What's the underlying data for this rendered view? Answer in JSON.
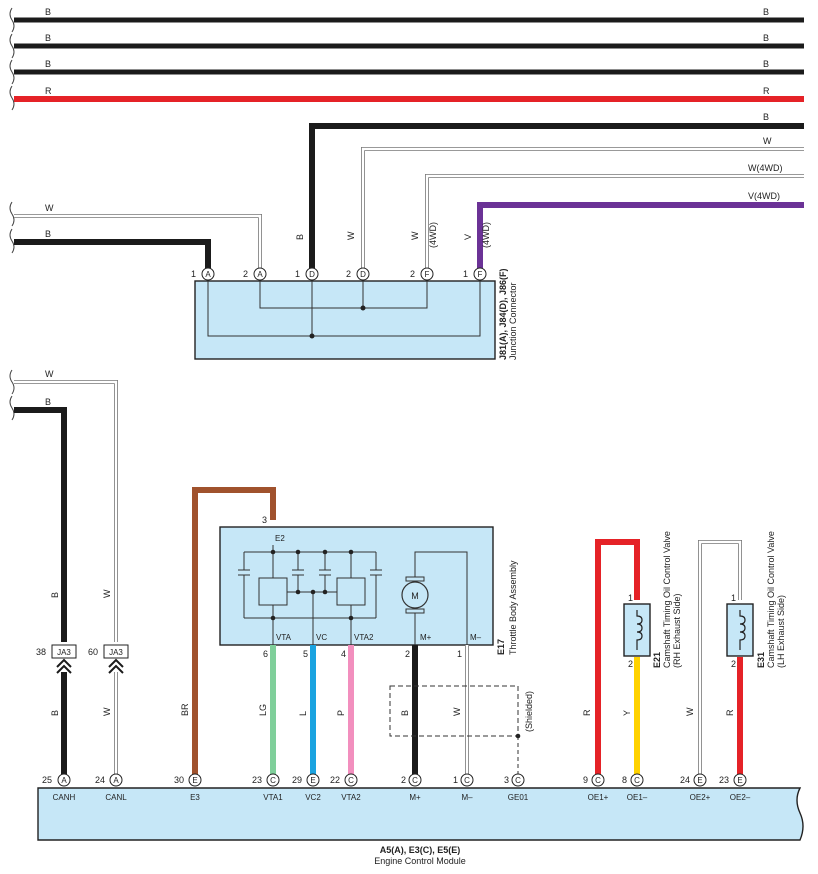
{
  "colors": {
    "B": "#1b1b1b",
    "R": "#e52227",
    "V": "#6b3296",
    "W": "#ffffff",
    "BR": "#a0522d",
    "LG": "#7fcf9a",
    "L": "#1aa3e0",
    "P": "#f28fbe",
    "Y": "#ffd200",
    "component_fill": "#c6e7f7"
  },
  "top_wires": [
    "B",
    "B",
    "B",
    "R"
  ],
  "right_wires": [
    "B",
    "W",
    "W(4WD)",
    "V(4WD)"
  ],
  "left_wires_upper": [
    "W",
    "B"
  ],
  "left_wires_lower": [
    "W",
    "B"
  ],
  "junction_connector": {
    "id": "J81(A), J84(D), J86(F)",
    "name": "Junction Connector",
    "pins": [
      {
        "num": "1",
        "letter": "A",
        "wire": ""
      },
      {
        "num": "2",
        "letter": "A",
        "wire": ""
      },
      {
        "num": "1",
        "letter": "D",
        "wire": "B"
      },
      {
        "num": "2",
        "letter": "D",
        "wire": "W"
      },
      {
        "num": "2",
        "letter": "F",
        "wire": "W",
        "note": "(4WD)"
      },
      {
        "num": "1",
        "letter": "F",
        "wire": "V",
        "note": "(4WD)"
      }
    ]
  },
  "throttle_body": {
    "id": "E17",
    "name": "Throttle Body Assembly",
    "top_pin": "3",
    "top_label": "E2",
    "motor": "M",
    "terminals": [
      {
        "label": "VTA",
        "pin": "6",
        "wire": "LG"
      },
      {
        "label": "VC",
        "pin": "5",
        "wire": "L"
      },
      {
        "label": "VTA2",
        "pin": "4",
        "wire": "P"
      },
      {
        "label": "M+",
        "pin": "2",
        "wire": "B"
      },
      {
        "label": "M–",
        "pin": "1",
        "wire": "W"
      }
    ]
  },
  "ja3_connectors": [
    {
      "num": "38",
      "id": "JA3",
      "wire_up": "B",
      "wire_down": "B"
    },
    {
      "num": "60",
      "id": "JA3",
      "wire_up": "W",
      "wire_down": "W"
    }
  ],
  "shielded": "(Shielded)",
  "e21": {
    "id": "E21",
    "name": "Camshaft Timing Oil Control Valve",
    "sub": "(RH Exhaust Side)",
    "pin1": "1",
    "pin2": "2",
    "wire_up": "R",
    "wire_down": "Y"
  },
  "e31": {
    "id": "E31",
    "name": "Camshaft Timing Oil Control Valve",
    "sub": "(LH Exhaust Side)",
    "pin1": "1",
    "pin2": "2",
    "wire_up": "W",
    "wire_down": "R"
  },
  "ecm": {
    "id": "A5(A), E3(C), E5(E)",
    "name": "Engine Control Module",
    "pins": [
      {
        "num": "25",
        "letter": "A",
        "label": "CANH"
      },
      {
        "num": "24",
        "letter": "A",
        "label": "CANL"
      },
      {
        "num": "30",
        "letter": "E",
        "label": "E3"
      },
      {
        "num": "23",
        "letter": "C",
        "label": "VTA1"
      },
      {
        "num": "29",
        "letter": "E",
        "label": "VC2"
      },
      {
        "num": "22",
        "letter": "C",
        "label": "VTA2"
      },
      {
        "num": "2",
        "letter": "C",
        "label": "M+"
      },
      {
        "num": "1",
        "letter": "C",
        "label": "M–"
      },
      {
        "num": "3",
        "letter": "C",
        "label": "GE01"
      },
      {
        "num": "9",
        "letter": "C",
        "label": "OE1+"
      },
      {
        "num": "8",
        "letter": "C",
        "label": "OE1–"
      },
      {
        "num": "24",
        "letter": "E",
        "label": "OE2+"
      },
      {
        "num": "23",
        "letter": "E",
        "label": "OE2–"
      }
    ]
  },
  "wire_labels": {
    "canh": "B",
    "canl": "W",
    "e3": "BR",
    "vta1": "LG",
    "vc2": "L",
    "vta2": "P",
    "mplus": "B",
    "mminus": "W",
    "oe1plus": "R",
    "oe1minus": "Y",
    "oe2plus": "W",
    "oe2minus": "R"
  }
}
